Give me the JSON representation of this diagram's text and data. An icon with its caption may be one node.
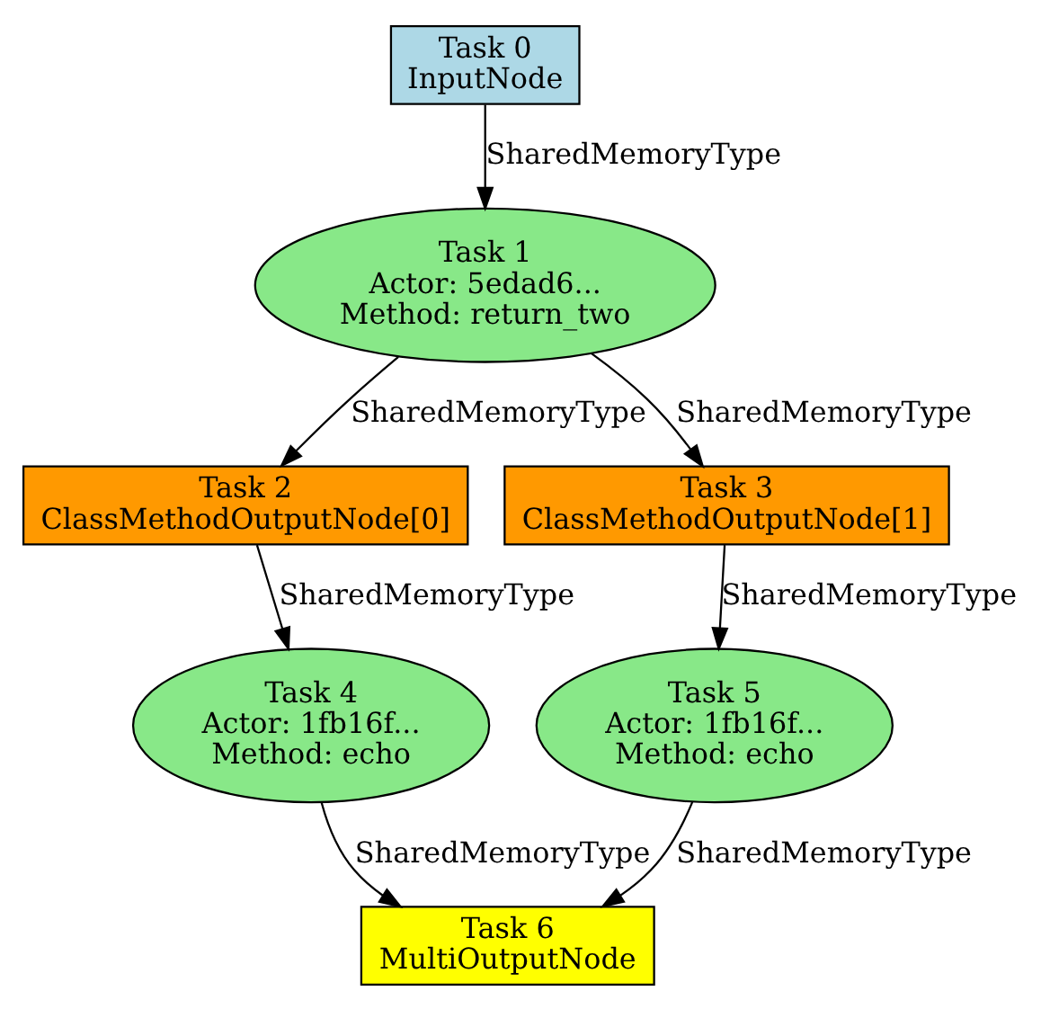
{
  "diagram": {
    "nodes": [
      {
        "text": [
          "Task 0",
          "InputNode"
        ]
      },
      {
        "text": [
          "Task 1",
          "Actor: 5edad6...",
          "Method: return_two"
        ]
      },
      {
        "text": [
          "Task 2",
          "ClassMethodOutputNode[0]"
        ]
      },
      {
        "text": [
          "Task 3",
          "ClassMethodOutputNode[1]"
        ]
      },
      {
        "text": [
          "Task 4",
          "Actor: 1fb16f...",
          "Method: echo"
        ]
      },
      {
        "text": [
          "Task 5",
          "Actor: 1fb16f...",
          "Method: echo"
        ]
      },
      {
        "text": [
          "Task 6",
          "MultiOutputNode"
        ]
      }
    ],
    "edges": [
      {
        "from": 0,
        "to": 1,
        "arrow": "to",
        "label": "SharedMemoryType"
      },
      {
        "from": 1,
        "to": 2,
        "arrow": "to",
        "label": "SharedMemoryType"
      },
      {
        "from": 1,
        "to": 3,
        "arrow": "to",
        "label": "SharedMemoryType"
      },
      {
        "from": 2,
        "to": 4,
        "arrow": "to",
        "label": "SharedMemoryType"
      },
      {
        "from": 3,
        "to": 5,
        "arrow": "to",
        "label": "SharedMemoryType"
      },
      {
        "from": 4,
        "to": 6,
        "arrow": "to",
        "label": "SharedMemoryType"
      },
      {
        "from": 5,
        "to": 6,
        "arrow": "to",
        "label": "SharedMemoryType"
      }
    ]
  }
}
